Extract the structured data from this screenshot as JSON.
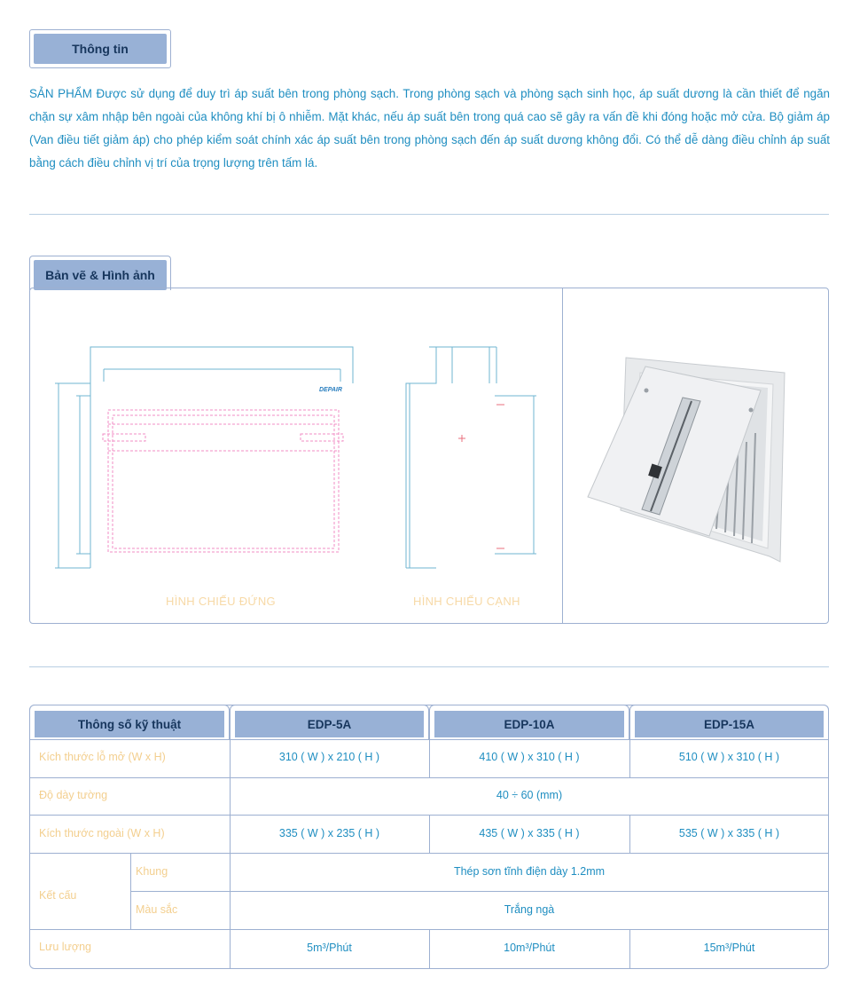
{
  "info": {
    "tab_label": "Thông tin",
    "description": "SẢN PHẨM Được sử dụng để duy trì áp suất bên trong phòng sạch. Trong phòng sạch và phòng sạch sinh học, áp suất dương là cần thiết để ngăn chặn sự xâm nhập bên ngoài của không khí bị ô nhiễm. Mặt khác, nếu áp suất bên trong quá cao sẽ gây ra vấn đề khi đóng hoặc mở cửa. Bộ giảm áp (Van điều tiết giảm áp) cho phép kiểm soát chính xác áp suất bên trong phòng sạch đến áp suất dương không đổi. Có thể dễ dàng điều chỉnh áp suất bằng cách điều chỉnh vị trí của trọng lượng trên tấm lá."
  },
  "drawings": {
    "tab_label": "Bản vẽ & Hình ảnh",
    "front_caption": "HÌNH CHIẾU ĐỨNG",
    "side_caption": "HÌNH CHIẾU CẠNH",
    "logo_text": "DEPAIR"
  },
  "specs": {
    "header": "Thông số kỹ thuật",
    "models": [
      "EDP-5A",
      "EDP-10A",
      "EDP-15A"
    ],
    "rows": {
      "opening": {
        "label": "Kích thước lỗ mở (W x H)",
        "values": [
          "310 ( W )  x 210 ( H )",
          "410 ( W )  x 310 ( H )",
          "510 ( W )  x 310 ( H )"
        ]
      },
      "wall": {
        "label": "Độ dày tường",
        "value": "40 ÷ 60 (mm)"
      },
      "outer": {
        "label": "Kích thước ngoài  (W x H)",
        "values": [
          "335 ( W ) x  235 ( H )",
          "435 ( W ) x  335 ( H )",
          "535 ( W ) x  335 ( H )"
        ]
      },
      "structure": {
        "label": "Kết cấu",
        "frame_label": "Khung",
        "frame_value": "Thép sơn tĩnh điện dày 1.2mm",
        "color_label": "Màu sắc",
        "color_value": "Trắng ngà"
      },
      "flow": {
        "label": "Lưu lượng",
        "values": [
          "5m³/Phút",
          "10m³/Phút",
          "15m³/Phút"
        ]
      }
    }
  }
}
